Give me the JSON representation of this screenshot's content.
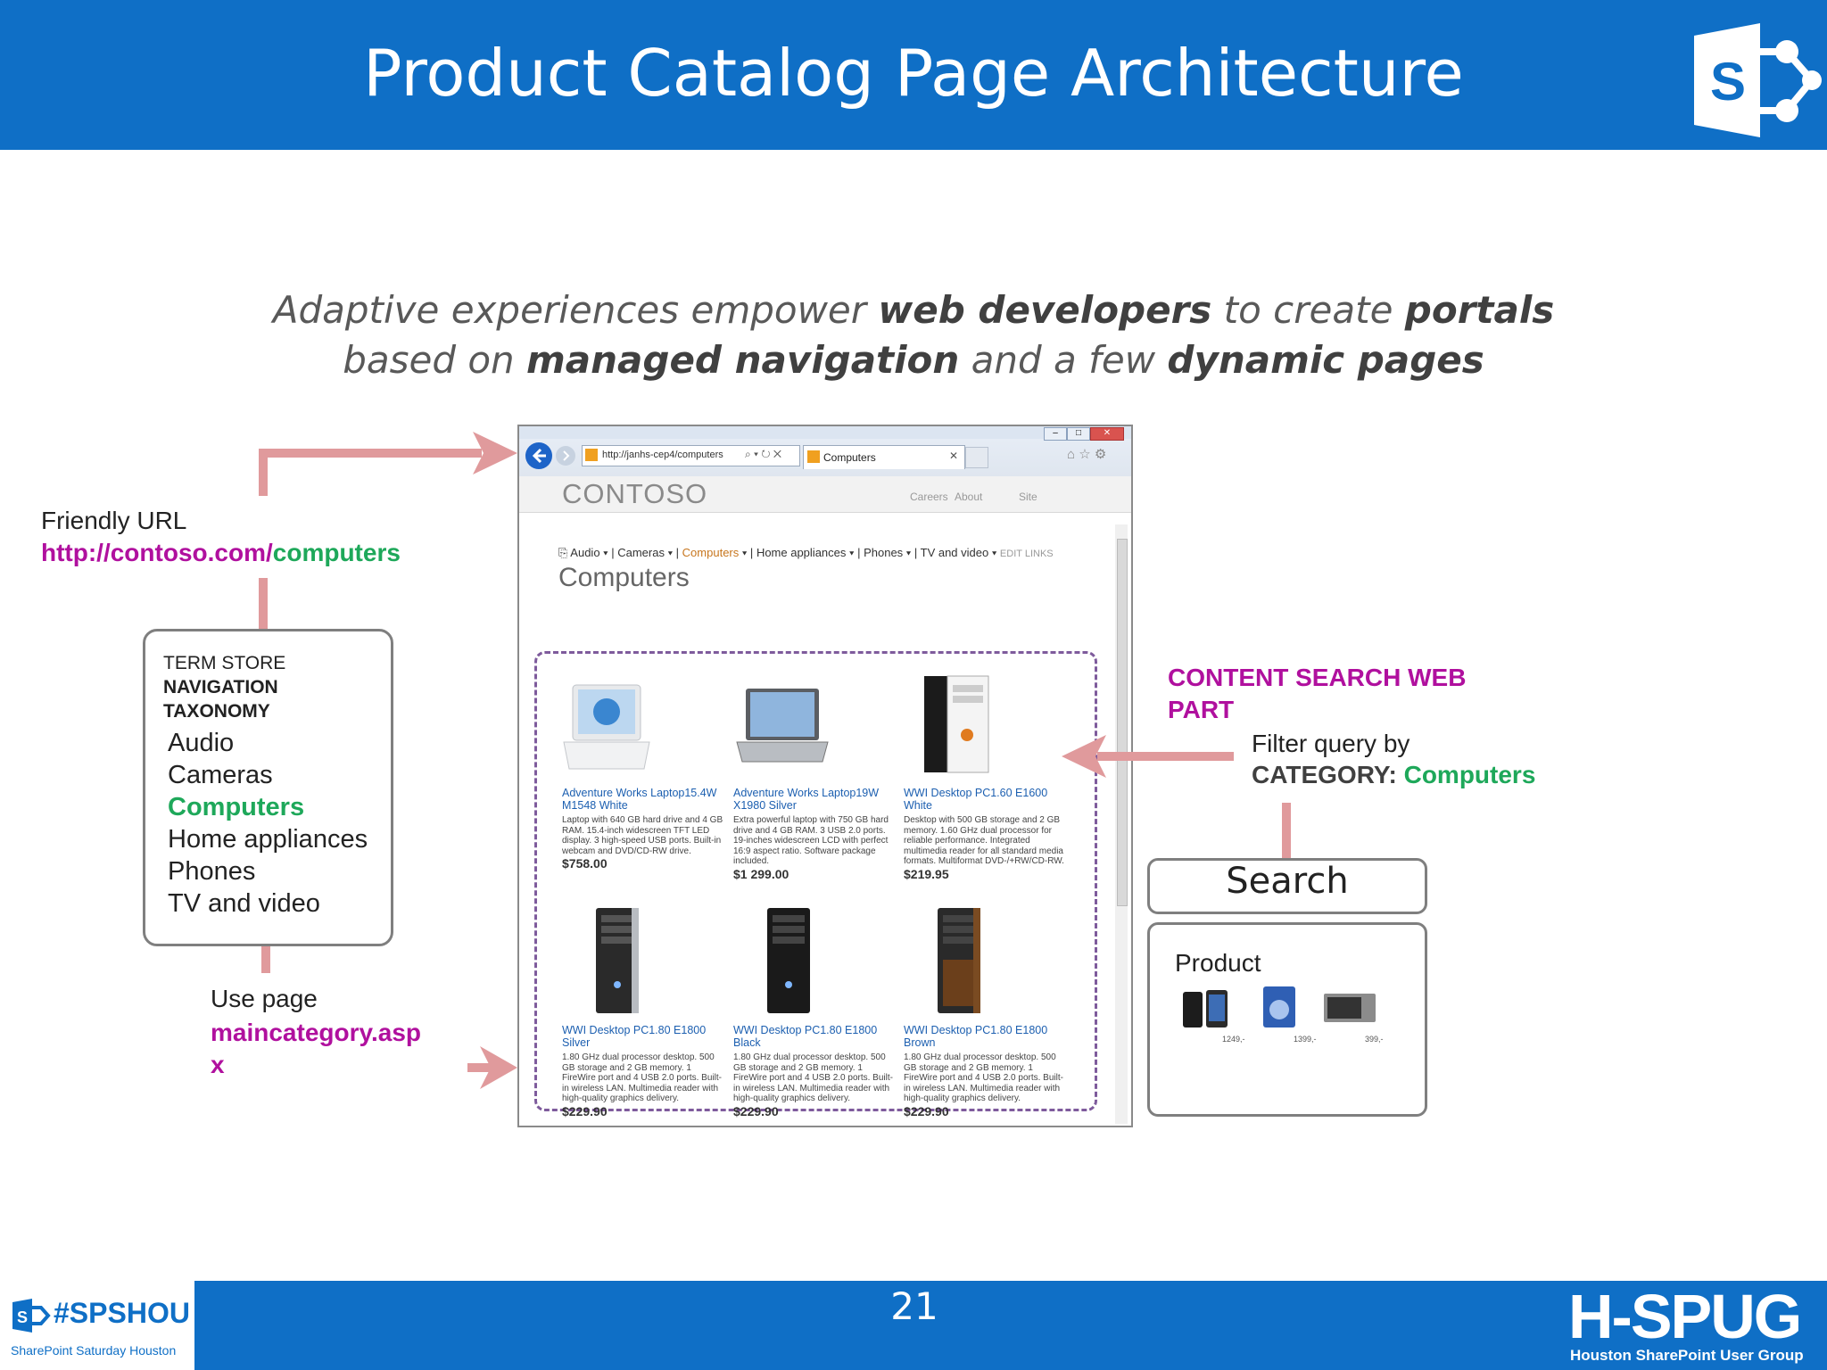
{
  "header": {
    "title": "Product Catalog Page Architecture",
    "subtitle": {
      "l1_a": "Adaptive experiences empower ",
      "l1_b": "web developers",
      "l1_c": " to create ",
      "l1_d": "portals",
      "l2_a": "based on ",
      "l2_b": "managed navigation",
      "l2_c": " and a few ",
      "l2_d": "dynamic pages"
    }
  },
  "left": {
    "friendly_url_label": "Friendly URL",
    "url_base": "http://contoso.com/",
    "url_path": "computers",
    "term_store": "TERM STORE",
    "nav_line1": "NAVIGATION",
    "nav_line2": "TAXONOMY",
    "terms": [
      "Audio",
      "Cameras",
      "Computers",
      "Home appliances",
      "Phones",
      "TV and video"
    ],
    "use_page_label": "Use page",
    "page_line1": "maincategory.asp",
    "page_line2": "x"
  },
  "browser": {
    "address": "http://janhs-cep4/computers",
    "tab_label": "Computers",
    "site_name": "CONTOSO",
    "top_links": [
      "Careers",
      "About",
      "Site"
    ],
    "categories": [
      "Audio",
      "Cameras",
      "Computers",
      "Home appliances",
      "Phones",
      "TV and video"
    ],
    "edit_links": "EDIT LINKS",
    "page_heading": "Computers",
    "products": [
      {
        "title1": "Adventure Works Laptop15.4W",
        "title2": "M1548 White",
        "d1": "Laptop with 640 GB hard drive and 4 GB",
        "d2": "RAM. 15.4-inch widescreen TFT LED",
        "d3": "display. 3 high-speed USB ports. Built-in",
        "d4": "webcam and DVD/CD-RW drive.",
        "d5": "",
        "price": "$758.00"
      },
      {
        "title1": "Adventure Works Laptop19W",
        "title2": "X1980 Silver",
        "d1": "Extra powerful laptop with 750 GB hard",
        "d2": "drive and 4 GB RAM. 3 USB 2.0 ports.",
        "d3": "19-inches widescreen LCD with perfect",
        "d4": "16:9 aspect ratio. Software package",
        "d5": "included.",
        "price": "$1 299.00"
      },
      {
        "title1": "WWI Desktop PC1.60 E1600",
        "title2": "White",
        "d1": "Desktop with 500 GB storage and 2 GB",
        "d2": "memory. 1.60 GHz dual processor for",
        "d3": "reliable performance. Integrated",
        "d4": "multimedia reader for all standard media",
        "d5": "formats. Multiformat DVD-/+RW/CD-RW.",
        "price": "$219.95"
      },
      {
        "title1": "WWI Desktop PC1.80 E1800",
        "title2": "Silver",
        "d1": "1.80 GHz dual processor desktop. 500",
        "d2": "GB storage and 2 GB memory. 1",
        "d3": "FireWire port and 4 USB 2.0 ports. Built-",
        "d4": "in wireless LAN. Multimedia reader with",
        "d5": "high-quality graphics delivery.",
        "price": "$229.90"
      },
      {
        "title1": "WWI Desktop PC1.80 E1800",
        "title2": "Black",
        "d1": "1.80 GHz dual processor desktop. 500",
        "d2": "GB storage and 2 GB memory. 1",
        "d3": "FireWire port and 4 USB 2.0 ports. Built-",
        "d4": "in wireless LAN. Multimedia reader with",
        "d5": "high-quality graphics delivery.",
        "price": "$229.90"
      },
      {
        "title1": "WWI Desktop PC1.80 E1800",
        "title2": "Brown",
        "d1": "1.80 GHz dual processor desktop. 500",
        "d2": "GB storage and 2 GB memory. 1",
        "d3": "FireWire port and 4 USB 2.0 ports. Built-",
        "d4": "in wireless LAN. Multimedia reader with",
        "d5": "high-quality graphics delivery.",
        "price": "$229.90"
      }
    ]
  },
  "right": {
    "csw_line1": "CONTENT SEARCH WEB",
    "csw_line2": "PART",
    "filter_line1": "Filter query by",
    "filter_cat": "CATEGORY: ",
    "filter_value": "Computers",
    "search_label": "Search",
    "product_label": "Product",
    "product_prices": [
      "1249,-",
      "1399,-",
      "399,-"
    ]
  },
  "footer": {
    "hashtag": "#SPSHOU",
    "event": "SharePoint Saturday Houston",
    "page_number": "21",
    "group_logo": "H-SPUG",
    "group_name": "Houston SharePoint User Group"
  },
  "colors": {
    "brand_blue": "#0f6fc6",
    "connector_pink": "#e09a9c",
    "magenta": "#b0109e",
    "green": "#1ea85a"
  }
}
